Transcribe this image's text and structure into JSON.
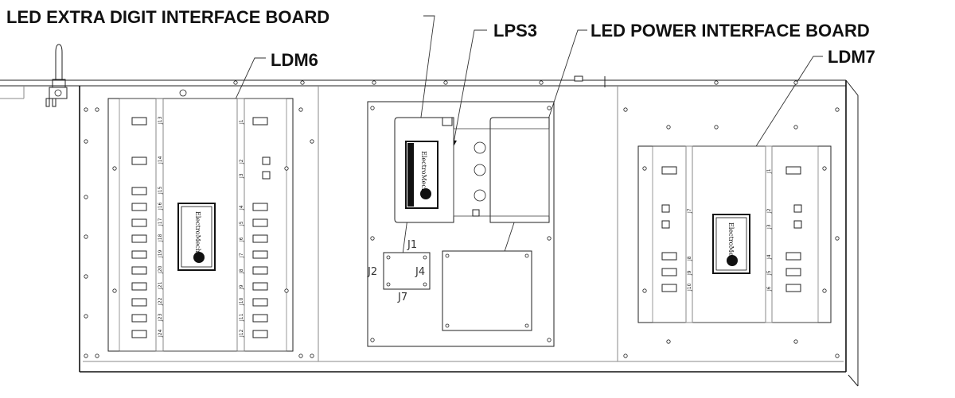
{
  "callouts": {
    "led_extra_digit": "LED EXTRA DIGIT INTERFACE BOARD",
    "ldm6": "LDM6",
    "lps3": "LPS3",
    "led_power": "LED POWER INTERFACE BOARD",
    "ldm7": "LDM7"
  },
  "ldm6_connectors": {
    "left": [
      "J13",
      "J14",
      "J15",
      "J16",
      "J17",
      "J18",
      "J19",
      "J20",
      "J21",
      "J22",
      "J23",
      "J24"
    ],
    "right": [
      "J1",
      "J2",
      "J3",
      "J4",
      "J5",
      "J6",
      "J7",
      "J8",
      "J9",
      "J10",
      "J11",
      "J12"
    ]
  },
  "ldm7_connectors": {
    "left": [
      "J7",
      "J8",
      "J9",
      "J10"
    ],
    "right": [
      "J1",
      "J2",
      "J3",
      "J4",
      "J5",
      "J6"
    ]
  },
  "interface_board_labels": {
    "j1": "J1",
    "j2": "J2",
    "j4": "J4",
    "j7": "J7"
  },
  "badge": {
    "brand": "ElectroMech"
  }
}
